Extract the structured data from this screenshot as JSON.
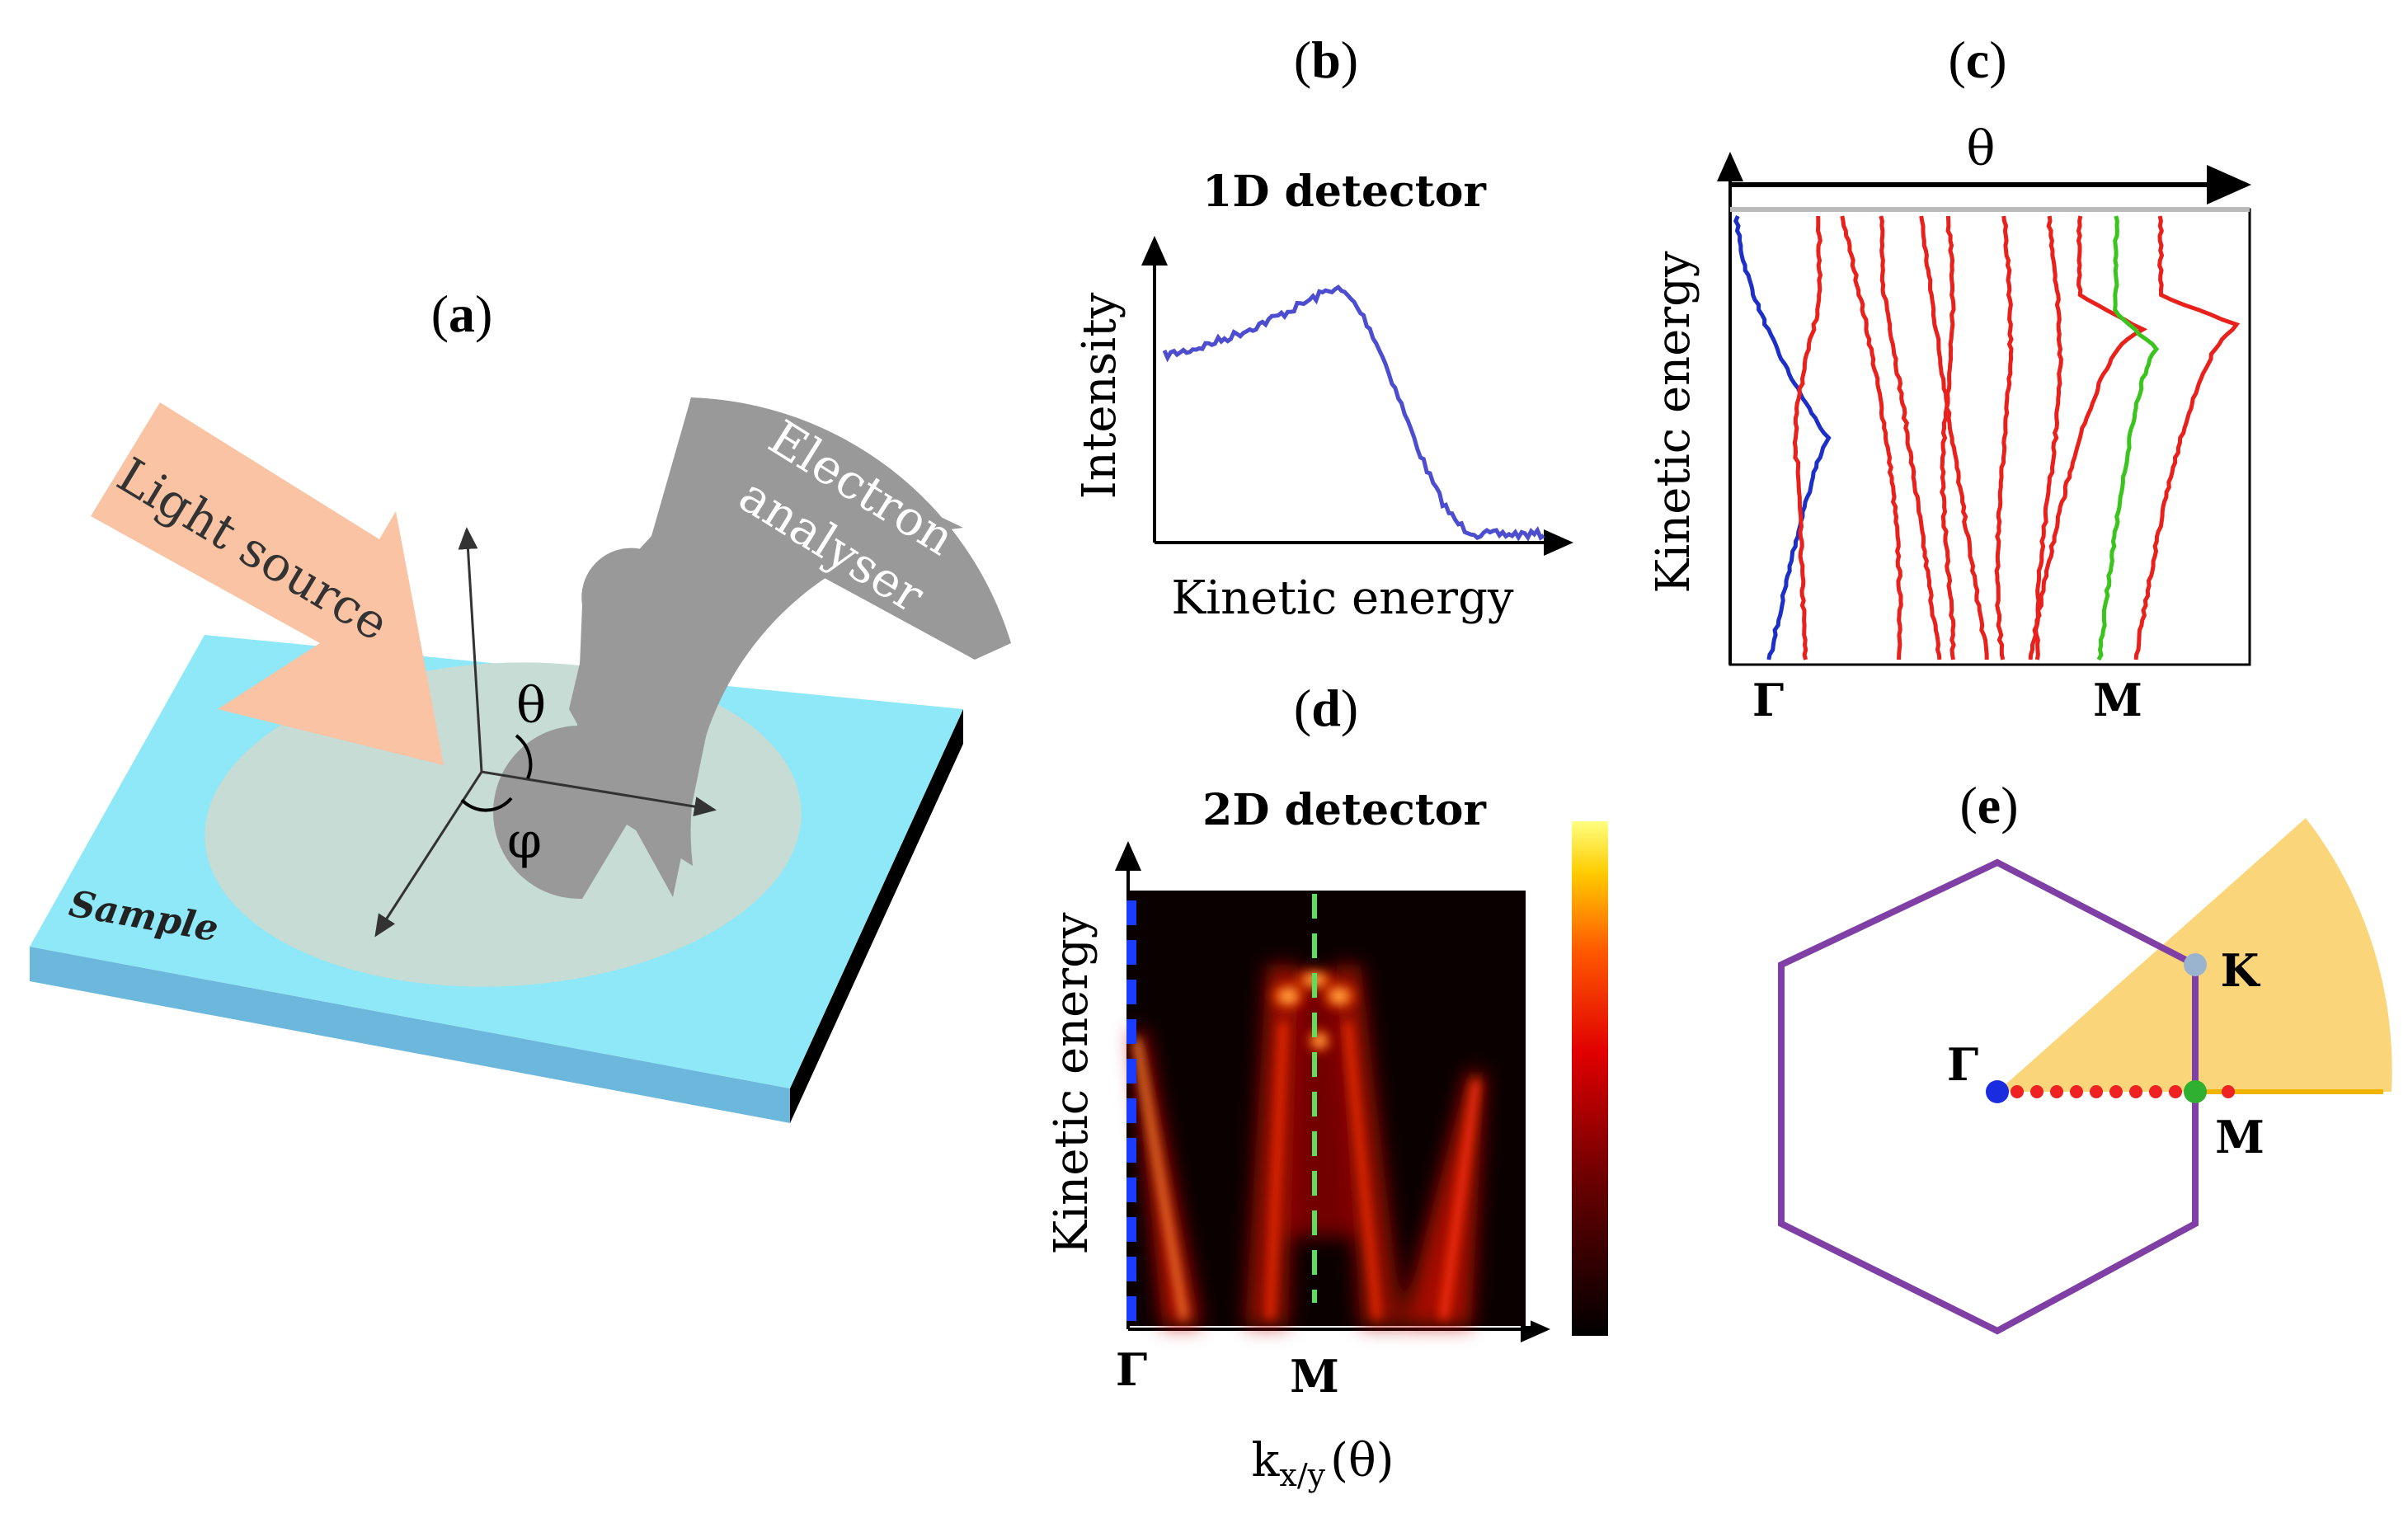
{
  "panel_a": {
    "label": "(a)",
    "light_source": "Light source",
    "analyser_line1": "Electron",
    "analyser_line2": "analyser",
    "theta": "θ",
    "phi": "φ",
    "sample": "Sample"
  },
  "panel_b": {
    "label": "(b)",
    "title": "1D detector",
    "ylabel": "Intensity",
    "xlabel": "Kinetic energy"
  },
  "panel_c": {
    "label": "(c)",
    "xlabel": "θ",
    "ylabel": "Kinetic energy",
    "tick_gamma": "Γ",
    "tick_m": "M"
  },
  "panel_d": {
    "label": "(d)",
    "title": "2D detector",
    "ylabel": "Kinetic energy",
    "tick_gamma": "Γ",
    "tick_m": "M",
    "xlabel_main": "k",
    "xlabel_sub": "x/y",
    "xlabel_tail": "(θ)"
  },
  "panel_e": {
    "label": "(e)",
    "point_gamma": "Γ",
    "point_k": "K",
    "point_m": "M"
  },
  "colors": {
    "sample_top": "#8ee8f8",
    "sample_side": "#6cb8dc",
    "spot": "#c6dcd4",
    "light": "#f9c3a4",
    "analyser": "#999999",
    "edc_blue": "#1e2fc8",
    "edc_red": "#e8211c",
    "edc_green": "#3cc41e",
    "curve_b": "#4d4dd0",
    "hexagon": "#7f3fa5",
    "wedge": "#fbd57a"
  }
}
